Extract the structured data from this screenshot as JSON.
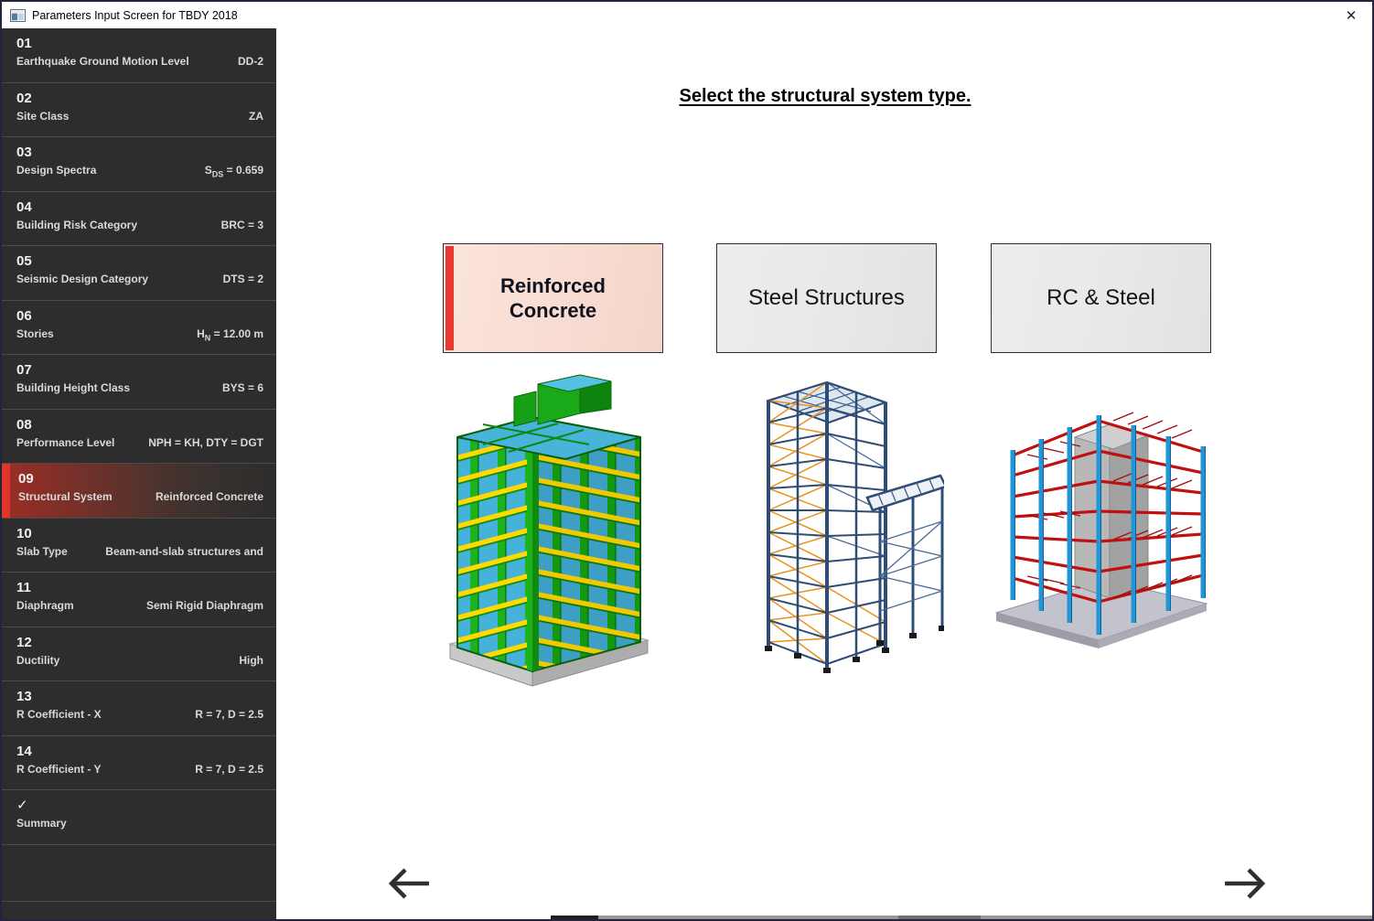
{
  "window": {
    "title": "Parameters Input Screen for TBDY 2018",
    "close_glyph": "✕"
  },
  "sidebar": {
    "items": [
      {
        "number": "01",
        "label": "Earthquake Ground Motion Level",
        "value": [
          {
            "t": "DD-2"
          }
        ]
      },
      {
        "number": "02",
        "label": "Site Class",
        "value": [
          {
            "t": "ZA"
          }
        ]
      },
      {
        "number": "03",
        "label": "Design Spectra",
        "value": [
          {
            "t": "S"
          },
          {
            "t": "DS",
            "sub": true
          },
          {
            "t": " = 0.659"
          }
        ]
      },
      {
        "number": "04",
        "label": "Building Risk Category",
        "value": [
          {
            "t": "BRC = 3"
          }
        ]
      },
      {
        "number": "05",
        "label": "Seismic Design Category",
        "value": [
          {
            "t": "DTS = 2"
          }
        ]
      },
      {
        "number": "06",
        "label": "Stories",
        "value": [
          {
            "t": "H"
          },
          {
            "t": "N",
            "sub": true
          },
          {
            "t": " = 12.00 m"
          }
        ]
      },
      {
        "number": "07",
        "label": "Building Height Class",
        "value": [
          {
            "t": "BYS = 6"
          }
        ]
      },
      {
        "number": "08",
        "label": "Performance Level",
        "value": [
          {
            "t": "NPH = KH, DTY = DGT"
          }
        ]
      },
      {
        "number": "09",
        "label": "Structural System",
        "value": [
          {
            "t": "Reinforced Concrete"
          }
        ],
        "selected": true
      },
      {
        "number": "10",
        "label": "Slab Type",
        "value": [
          {
            "t": "Beam-and-slab structures and"
          }
        ]
      },
      {
        "number": "11",
        "label": "Diaphragm",
        "value": [
          {
            "t": "Semi Rigid Diaphragm"
          }
        ]
      },
      {
        "number": "12",
        "label": "Ductility",
        "value": [
          {
            "t": "High"
          }
        ]
      },
      {
        "number": "13",
        "label": "R Coefficient - X",
        "value": [
          {
            "t": "R = 7, D = 2.5"
          }
        ]
      },
      {
        "number": "14",
        "label": "R Coefficient - Y",
        "value": [
          {
            "t": "R = 7, D = 2.5"
          }
        ]
      },
      {
        "number": "✓",
        "label": "Summary",
        "value": [],
        "is_summary": true
      }
    ]
  },
  "main": {
    "heading": "Select the structural system type.",
    "cards": [
      {
        "label": "Reinforced Concrete",
        "selected": true,
        "image": "rc-building"
      },
      {
        "label": "Steel Structures",
        "selected": false,
        "image": "steel-tower"
      },
      {
        "label": "RC & Steel",
        "selected": false,
        "image": "rc-steel-frame"
      }
    ]
  },
  "icons": {
    "app_icon": "form-window-icon",
    "close": "close-icon",
    "summary_check": "check-icon",
    "back": "left-arrow-icon",
    "forward": "right-arrow-icon"
  },
  "colors": {
    "accent_red": "#e8392f",
    "selected_card_bg": "#f9ded6",
    "sidebar_bg": "#2d2d2d",
    "sidebar_selected_gradient_start": "#9c2e26"
  }
}
